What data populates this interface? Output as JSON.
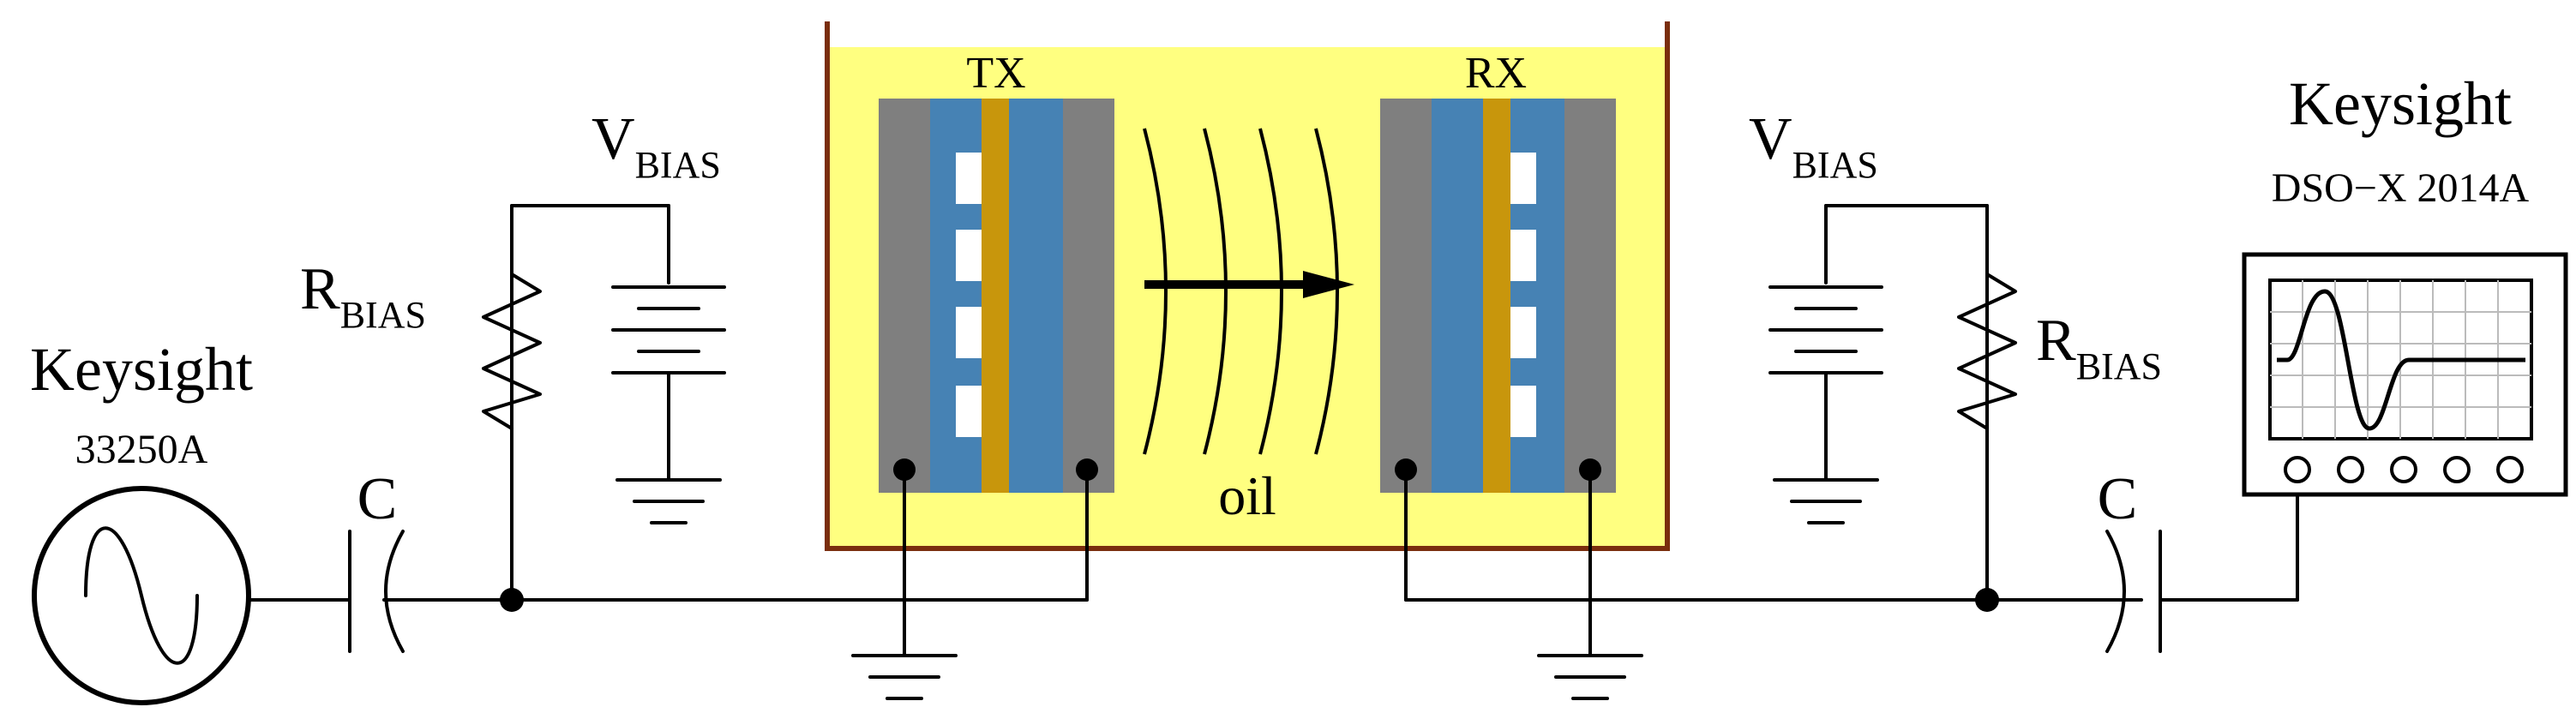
{
  "generator": {
    "brand": "Keysight",
    "model": "33250A"
  },
  "oscilloscope": {
    "brand": "Keysight",
    "model": "DSO−X 2014A"
  },
  "left_bias": {
    "resistor_label": "R",
    "resistor_sub": "BIAS",
    "source_label": "V",
    "source_sub": "BIAS",
    "capacitor_label": "C"
  },
  "right_bias": {
    "resistor_label": "R",
    "resistor_sub": "BIAS",
    "source_label": "V",
    "source_sub": "BIAS",
    "capacitor_label": "C"
  },
  "tank": {
    "medium_label": "oil",
    "tx_label": "TX",
    "rx_label": "RX"
  },
  "colors": {
    "oil": "#ffff80",
    "tank_wall": "#7a2e0e",
    "electrode": "#7f7f7f",
    "piezo": "#4682b4",
    "membrane": "#c8960c",
    "cavity": "#ffffff",
    "wire": "#000000"
  },
  "icons": {
    "generator_symbol": "sine-wave-icon",
    "scope_display": "oscilloscope-trace-icon",
    "propagation": "arrow-right-icon"
  }
}
